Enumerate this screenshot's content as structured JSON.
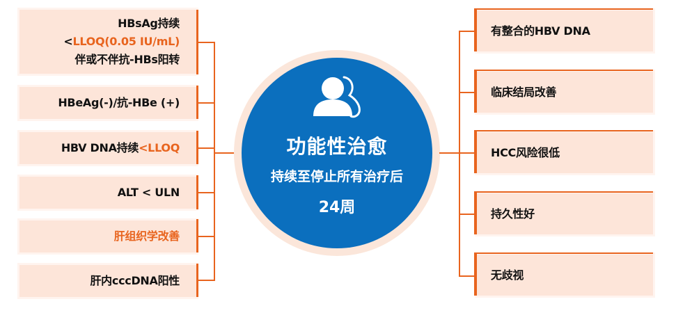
{
  "center": {
    "title": "功能性治愈",
    "subtitle": "持续至停止所有治疗后",
    "duration": "24周",
    "icon": "user-icon",
    "colors": {
      "core": "#0b6fbe",
      "ring": "#fbe6da"
    }
  },
  "criteria_left": [
    {
      "line1": "HBsAg持续",
      "line2_prefix": "<",
      "line2_highlight": "LLOQ(0.05 IU/mL)",
      "line3": "伴或不伴抗-HBs阳转"
    },
    {
      "text": "HBeAg(-)/抗-HBe (+)"
    },
    {
      "text": "HBV DNA持续",
      "highlight": "<LLOQ"
    },
    {
      "text": "ALT < ULN"
    },
    {
      "highlight": "肝组织学改善"
    },
    {
      "text": "肝内cccDNA阳性"
    }
  ],
  "features_right": [
    {
      "text": "有整合的HBV DNA"
    },
    {
      "text": "临床结局改善"
    },
    {
      "text": "HCC风险很低"
    },
    {
      "text": "持久性好"
    },
    {
      "text": "无歧视"
    }
  ],
  "colors": {
    "accent": "#e8641e",
    "box_fill": "#fde5d9",
    "text": "#111111"
  }
}
